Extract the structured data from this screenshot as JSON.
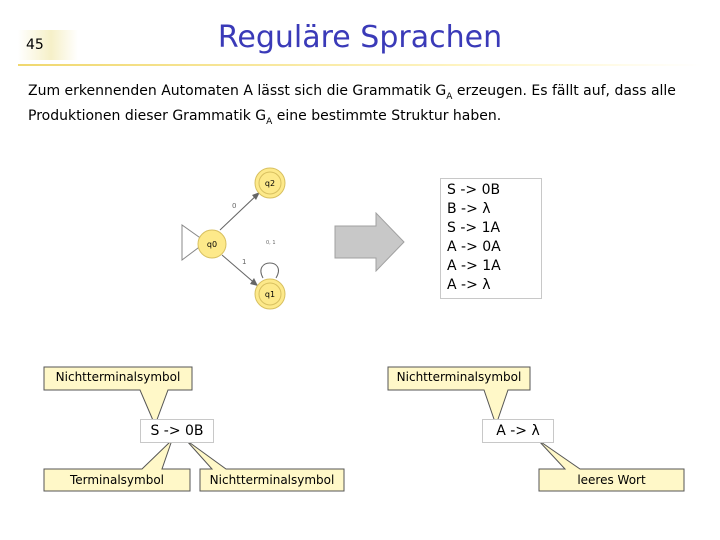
{
  "slide": {
    "number": "45",
    "title": "Reguläre Sprachen"
  },
  "intro": {
    "line1_pre": "Zum erkennenden Automaten A lässt sich die Grammatik G",
    "line1_sub": "A",
    "line1_post": " erzeugen. Es fällt auf, dass alle",
    "line2_pre": "Produktionen dieser Grammatik G",
    "line2_sub": "A",
    "line2_post": " eine bestimmte Struktur haben."
  },
  "automaton": {
    "states": [
      "q0",
      "q2",
      "q1"
    ],
    "edge_labels": [
      "0",
      "1",
      "0, 1"
    ]
  },
  "grammar": {
    "productions": [
      "S -> 0B",
      "B -> λ",
      "S -> 1A",
      "A -> 0A",
      "A -> 1A",
      "A -> λ"
    ]
  },
  "callouts": {
    "left_top": "Nichtterminalsymbol",
    "right_top": "Nichtterminalsymbol",
    "left_production": "S -> 0B",
    "right_production": "A -> λ",
    "left_bottom_1": "Terminalsymbol",
    "left_bottom_2": "Nichtterminalsymbol",
    "right_bottom": "leeres Wort"
  },
  "colors": {
    "title": "#3a3ab8",
    "state_fill": "#fde98a",
    "callout_fill": "#fff8c8",
    "arrow_fill": "#c8c8c8"
  }
}
